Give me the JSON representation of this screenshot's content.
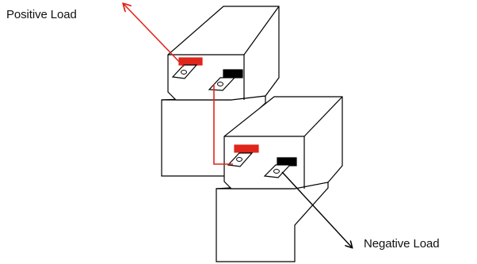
{
  "labels": {
    "positive": "Positive Load",
    "negative": "Negative Load"
  },
  "colors": {
    "positive": "#e0251b",
    "negative": "#000000",
    "outline": "#000000",
    "terminal_fill": "#ffffff"
  },
  "components": [
    "battery-1",
    "battery-2"
  ]
}
